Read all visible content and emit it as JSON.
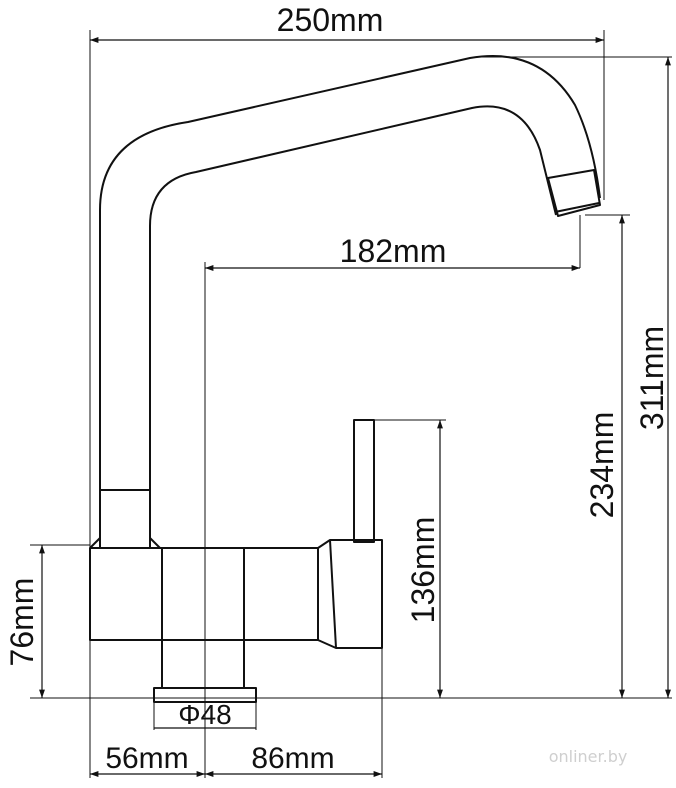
{
  "dimensions": {
    "total_reach": "250mm",
    "spout_reach": "182mm",
    "total_height": "311mm",
    "spout_height": "234mm",
    "lever_height": "136mm",
    "base_height": "76mm",
    "base_diameter": "Φ48",
    "base_left_width": "56mm",
    "base_right_width": "86mm"
  },
  "watermark": "onliner.by",
  "colors": {
    "line": "#111111",
    "background": "#ffffff",
    "watermark": "#cfcfcf"
  }
}
